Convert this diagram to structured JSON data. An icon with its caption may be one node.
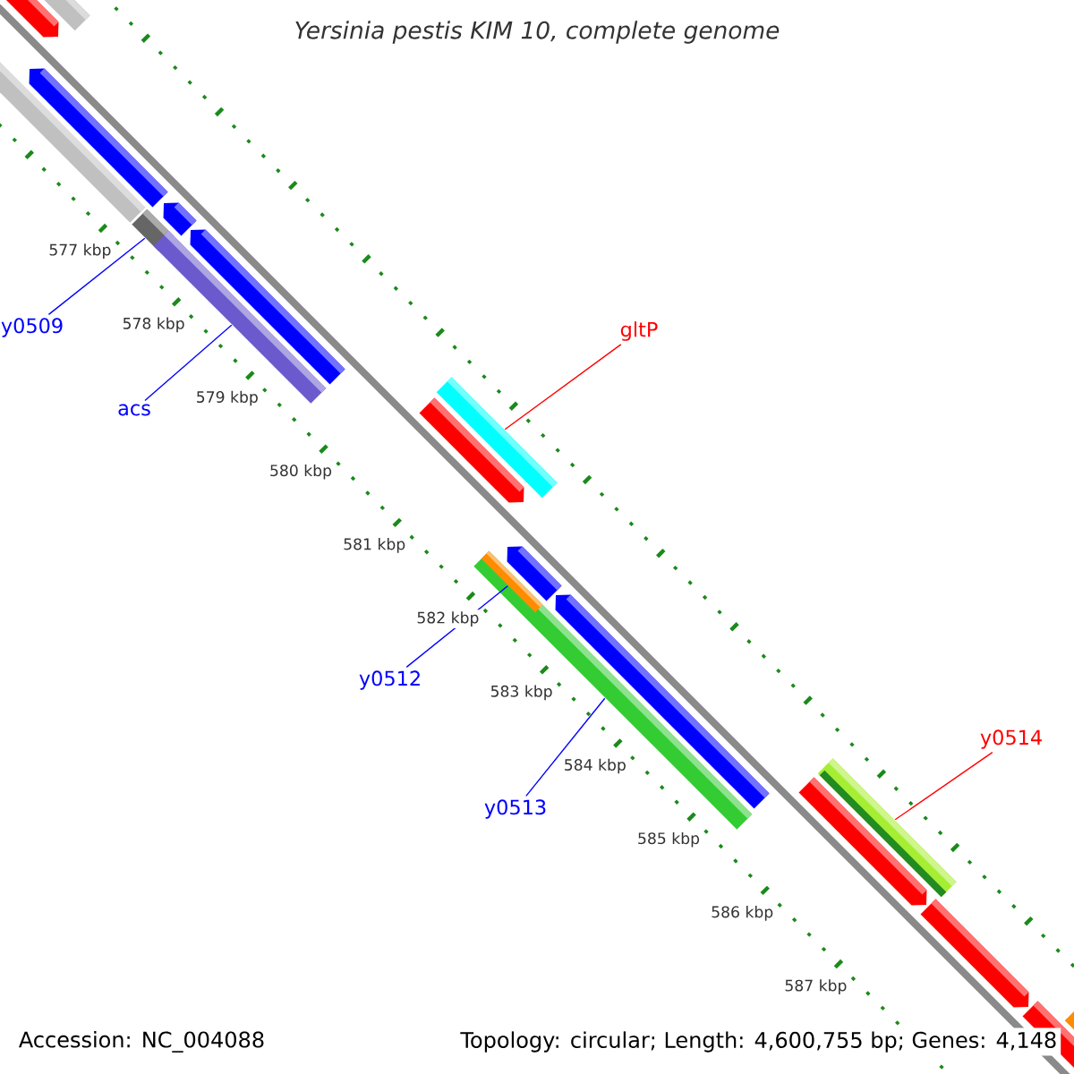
{
  "diagram": {
    "title": "Yersinia pestis KIM 10, complete genome",
    "nodes": [
      {
        "text": [
          "y0509"
        ]
      },
      {
        "text": [],
        "shape": "bar"
      },
      {
        "text": [
          "acs"
        ]
      },
      {
        "text": [],
        "shape": "bar"
      },
      {
        "text": [
          "gltP"
        ]
      },
      {
        "text": [],
        "shape": "bar"
      },
      {
        "text": [
          "y0512"
        ]
      },
      {
        "text": [],
        "shape": "bar",
        "in": 9
      },
      {
        "text": [
          "y0513"
        ]
      },
      {
        "text": [],
        "shape": "bar"
      },
      {
        "text": [
          "y0514"
        ]
      },
      {
        "text": [],
        "shape": "bar"
      }
    ],
    "edges": [
      {
        "from": 0,
        "to": 1,
        "arrow": "none"
      },
      {
        "from": 2,
        "to": 3,
        "arrow": "none"
      },
      {
        "from": 4,
        "to": 5,
        "arrow": "none",
        "color": "#ff0000"
      },
      {
        "from": 6,
        "to": 7,
        "arrow": "none"
      },
      {
        "from": 8,
        "to": 9,
        "arrow": "none"
      },
      {
        "from": 10,
        "to": 11,
        "arrow": "none",
        "color": "#ff0000"
      }
    ],
    "labels": [
      "577 kbp",
      "578 kbp",
      "579 kbp",
      "580 kbp",
      "581 kbp",
      "582 kbp",
      "583 kbp",
      "584 kbp",
      "585 kbp",
      "586 kbp",
      "587 kbp",
      "Accession: NC_004088",
      "Topology: circular; Length: 4,600,755 bp; Genes: 4,148"
    ]
  }
}
